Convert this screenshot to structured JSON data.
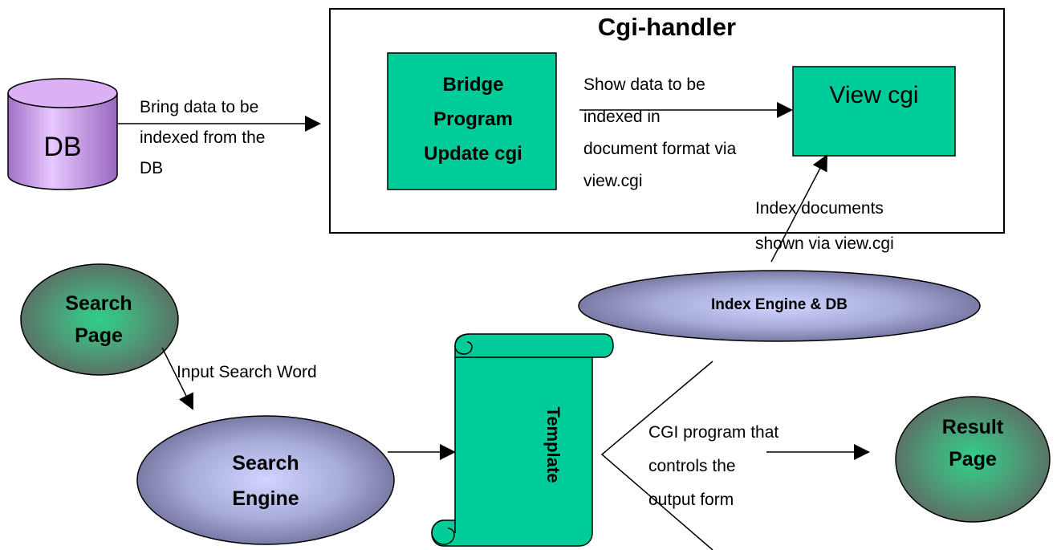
{
  "handler": {
    "title": "Cgi-handler"
  },
  "db": {
    "label": "DB"
  },
  "bridge": {
    "label": "Bridge\nProgram\nUpdate cgi"
  },
  "view_cgi": {
    "label": "View cgi"
  },
  "edges": {
    "db_to_handler": "Bring data to be\nindexed from the\nDB",
    "bridge_to_view": "Show data to be\nindexed in\ndocument format via\nview.cgi",
    "index_to_view": "Index documents\nshown via view.cgi",
    "search_to_engine": "Input Search Word",
    "template_to_result": "CGI program that\ncontrols the\noutput form"
  },
  "index_engine": {
    "label": "Index Engine & DB"
  },
  "search_page": {
    "label": "Search\nPage"
  },
  "search_engine": {
    "label": "Search\nEngine"
  },
  "template": {
    "label": "Template"
  },
  "result_page": {
    "label": "Result\nPage"
  },
  "colors": {
    "green_box": "#00cc99",
    "cylinder": "#cc99ee",
    "ellipse_center": "#c8ccff",
    "ellipse_edge": "#6e6e98",
    "page_center": "#2ed08a",
    "page_edge": "#5c6a62"
  }
}
